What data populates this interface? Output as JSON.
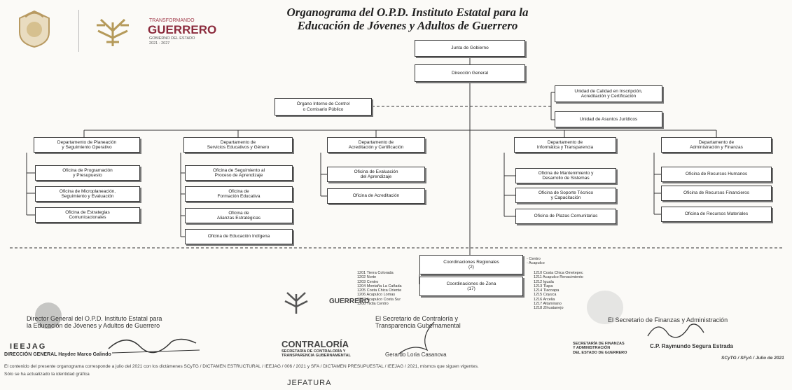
{
  "header": {
    "brand_top": "TRANSFORMANDO",
    "brand_main": "GUERRERO",
    "brand_sub": "GOBIERNO DEL ESTADO",
    "brand_years": "2021 - 2027",
    "title_line1": "Organograma del O.P.D. Instituto Estatal para la",
    "title_line2": "Educación de Jóvenes y Adultos de Guerrero"
  },
  "org": {
    "junta": "Junta de Gobierno",
    "direccion": "Dirección General",
    "organo": "Órgano Interno de Control\no Comisario Público",
    "calidad": "Unidad de Calidad en Inscripción,\nAcreditación y Certificación",
    "juridicos": "Unidad de Asuntos Jurídicos",
    "departments": [
      {
        "name": "Departamento de Planeación\ny Seguimiento Operativo",
        "offices": [
          "Oficina de Programación\ny Presupuesto",
          "Oficina de Microplaneación,\nSeguimiento y Evaluación",
          "Oficina de Estrategias\nComunicacionales"
        ]
      },
      {
        "name": "Departamento de\nServicios Educativos y Género",
        "offices": [
          "Oficina de Seguimiento al\nProceso de Aprendizaje",
          "Oficina de\nFormación Educativa",
          "Oficina de\nAlianzas Estratégicas",
          "Oficina de Educación Indígena"
        ]
      },
      {
        "name": "Departamento de\nAcreditación y Certificación",
        "offices": [
          "Oficina de Evaluación\ndel Aprendizaje",
          "Oficina de Acreditación"
        ]
      },
      {
        "name": "Departamento de\nInformática y Transparencia",
        "offices": [
          "Oficina de Mantenimiento y\nDesarrollo de Sistemas",
          "Oficina de Soporte Técnico\ny Capacitación",
          "Oficina de Plazas Comunitarias"
        ]
      },
      {
        "name": "Departamento de\nAdministración y Finanzas",
        "offices": [
          "Oficina de Recursos Humanos",
          "Oficina de Recursos Financieros",
          "Oficina de Recursos Materiales"
        ]
      }
    ],
    "regionales": "Coordinaciones Regionales\n(2)",
    "regionales_note": "- Centro\n- Acapulco",
    "zona": "Coordinaciones de Zona\n(17)",
    "zona_left": "1201 Tierra Colorada\n1202 Norte\n1203 Centro\n1204 Montaña La Cañada\n1205 Costa Chica Oriente\n1206 Acapulco Lomas\n1207 Acapulco Costa Sur\n1208 Tixtla Centro",
    "zona_right": "1210 Costa Chica Ometepec\n1211 Acapulco Renacimiento\n1212 Iguala\n1213 Tlapa\n1214 Tlacoapa\n1215 Coyuca\n1216 Arcelia\n1217 Altamirano\n1218 Zihuatanejo"
  },
  "signatures": {
    "left": "Director General del O.P.D. Instituto Estatal para\nla Educación de Jóvenes y Adultos de Guerrero",
    "left_name": "DIRECCIÓN GENERAL   Haydee Marco Galindo",
    "left_brand": "IEEJAG",
    "center": "El Secretario de Contraloría y\nTransparencia Gubernamental",
    "center_brand": "CONTRALORÍA",
    "center_sub": "SECRETARÍA DE CONTRALORÍA Y\nTRANSPARENCIA GUBERNAMENTAL",
    "center_name": "Gerardo Loria Casanova",
    "right": "El Secretario de Finanzas y Administración",
    "right_sub": "SECRETARÍA DE FINANZAS\nY ADMINISTRACIÓN\nDEL ESTADO DE GUERRERO",
    "right_name": "C.P. Raymundo Segura Estrada"
  },
  "footer": {
    "line1": "El contenido del presente organograma corresponde a julio del 2021 con los dictámenes SCyTG / DICTAMEN ESTRUCTURAL / IEEJAG / 006 / 2021 y SFA / DICTAMEN PRESUPUESTAL / IEEJAG / 2021, mismos que siguen vigentes.",
    "line2": "Sólo se ha actualizado la identidad gráfica",
    "ref": "SCyTG / SFyA / Julio de 2021",
    "stamp": "JEFATURA"
  }
}
